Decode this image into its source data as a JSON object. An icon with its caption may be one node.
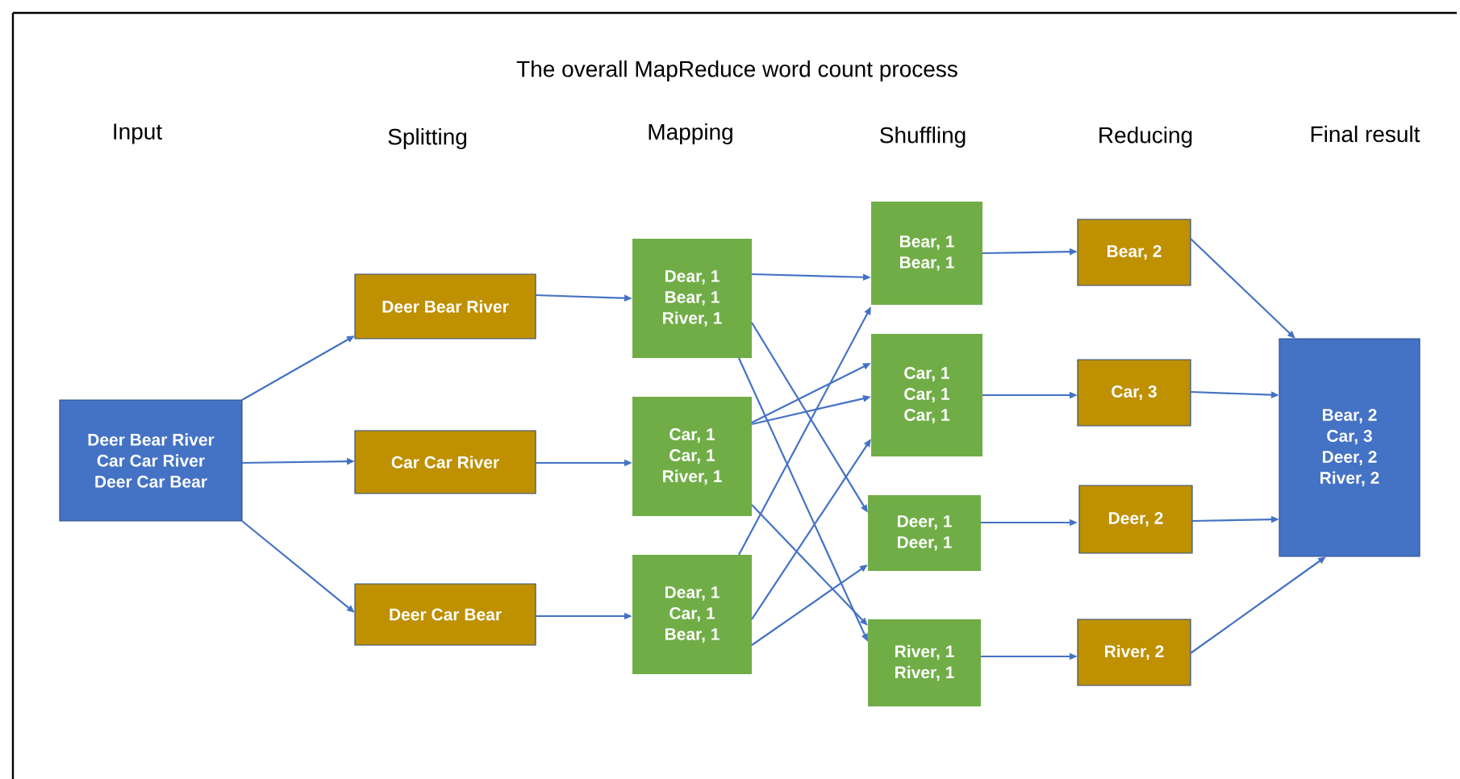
{
  "diagram": {
    "title": "The overall MapReduce word count process",
    "nodes": [
      {
        "text": [
          "Deer Bear River",
          "Car Car River",
          "Deer Car Bear"
        ]
      },
      {
        "text": [
          "Deer Bear River"
        ]
      },
      {
        "text": [
          "Car Car River"
        ]
      },
      {
        "text": [
          "Deer Car Bear"
        ]
      },
      {
        "text": [
          "Dear, 1",
          "Bear, 1",
          "River, 1"
        ]
      },
      {
        "text": [
          "Car, 1",
          "Car, 1",
          "River, 1"
        ]
      },
      {
        "text": [
          "Dear, 1",
          "Car, 1",
          "Bear, 1"
        ]
      },
      {
        "text": [
          "Bear, 1",
          "Bear, 1"
        ]
      },
      {
        "text": [
          "Car, 1",
          "Car, 1",
          "Car, 1"
        ]
      },
      {
        "text": [
          "Deer, 1",
          "Deer, 1"
        ]
      },
      {
        "text": [
          "River, 1",
          "River, 1"
        ]
      },
      {
        "text": [
          "Bear, 2"
        ]
      },
      {
        "text": [
          "Car, 3"
        ]
      },
      {
        "text": [
          "Deer, 2"
        ]
      },
      {
        "text": [
          "River, 2"
        ]
      },
      {
        "text": [
          "Bear, 2",
          "Car, 3",
          "Deer, 2",
          "River, 2"
        ]
      }
    ],
    "edges": [
      {
        "from": 0,
        "to": 1,
        "arrow": "to"
      },
      {
        "from": 0,
        "to": 2,
        "arrow": "to"
      },
      {
        "from": 0,
        "to": 3,
        "arrow": "to"
      },
      {
        "from": 1,
        "to": 4,
        "arrow": "to"
      },
      {
        "from": 2,
        "to": 5,
        "arrow": "to"
      },
      {
        "from": 3,
        "to": 6,
        "arrow": "to"
      },
      {
        "from": 4,
        "to": 7,
        "arrow": "to"
      },
      {
        "from": 4,
        "to": 9,
        "arrow": "to"
      },
      {
        "from": 4,
        "to": 10,
        "arrow": "to"
      },
      {
        "from": 5,
        "to": 8,
        "arrow": "to"
      },
      {
        "from": 5,
        "to": 8,
        "arrow": "to"
      },
      {
        "from": 5,
        "to": 10,
        "arrow": "to"
      },
      {
        "from": 6,
        "to": 7,
        "arrow": "to"
      },
      {
        "from": 6,
        "to": 8,
        "arrow": "to"
      },
      {
        "from": 6,
        "to": 9,
        "arrow": "to"
      },
      {
        "from": 7,
        "to": 11,
        "arrow": "to"
      },
      {
        "from": 8,
        "to": 12,
        "arrow": "to"
      },
      {
        "from": 9,
        "to": 13,
        "arrow": "to"
      },
      {
        "from": 10,
        "to": 14,
        "arrow": "to"
      },
      {
        "from": 11,
        "to": 15,
        "arrow": "to"
      },
      {
        "from": 12,
        "to": 15,
        "arrow": "to"
      },
      {
        "from": 13,
        "to": 15,
        "arrow": "to"
      },
      {
        "from": 14,
        "to": 15,
        "arrow": "to"
      }
    ],
    "labels": [
      "Input",
      "Splitting",
      "Mapping",
      "Shuffling",
      "Reducing",
      "Final result"
    ]
  }
}
